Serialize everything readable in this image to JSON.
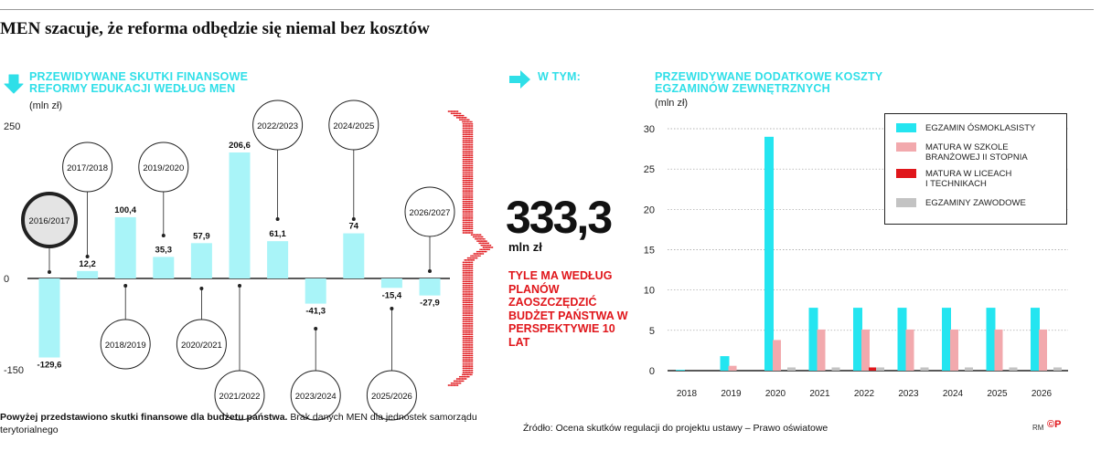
{
  "title": "MEN szacuje, że reforma odbędzie się niemal bez kosztów",
  "left_section": {
    "heading_line1": "PRZEWIDYWANE SKUTKI FINANSOWE",
    "heading_line2": "REFORMY EDUKACJI WEDŁUG MEN",
    "unit": "(mln zł)"
  },
  "middle_section": {
    "heading": "W TYM:",
    "big_number": "333,3",
    "big_unit": "mln zł",
    "note": "TYLE MA WEDŁUG PLANÓW ZAOSZCZĘDZIĆ BUDŻET PAŃSTWA W PERSPEKTYWIE 10 LAT"
  },
  "right_section": {
    "heading_line1": "PRZEWIDYWANE DODATKOWE KOSZTY",
    "heading_line2": "EGZAMINÓW ZEWNĘTRZNYCH",
    "unit": "(mln zł)"
  },
  "colors": {
    "accent": "#2fdfe8",
    "bar_cyan": "#a9f4f8",
    "cyan": "#24e5f0",
    "pink": "#f2a9ad",
    "red": "#e0161b",
    "gray": "#c3c3c3"
  },
  "footer": {
    "bold": "Powyżej przedstawiono skutki finansowe dla budżetu państwa.",
    "normal": " Brak danych MEN dla jednostek samorządu terytorialnego",
    "source": "Źródło: Ocena skutków regulacji do projektu ustawy – Prawo oświatowe",
    "rm": "RM",
    "cp": "©P"
  },
  "chart_data": [
    {
      "type": "bar",
      "categories": [
        "2016/2017",
        "2017/2018",
        "2018/2019",
        "2019/2020",
        "2020/2021",
        "2021/2022",
        "2022/2023",
        "2023/2024",
        "2024/2025",
        "2025/2026",
        "2026/2027"
      ],
      "values": [
        -129.6,
        12.2,
        100.4,
        35.3,
        57.9,
        206.6,
        61.1,
        -41.3,
        74,
        -15.4,
        -27.9
      ],
      "value_labels": [
        "-129,6",
        "12,2",
        "100,4",
        "35,3",
        "57,9",
        "206,6",
        "61,1",
        "-41,3",
        "74",
        "-15,4",
        "-27,9"
      ],
      "ylim": [
        -150,
        250
      ],
      "yticks": [
        "250",
        "0",
        "-150"
      ],
      "ylabel": "(mln zł)"
    },
    {
      "type": "bar",
      "categories": [
        "2018",
        "2019",
        "2020",
        "2021",
        "2022",
        "2023",
        "2024",
        "2025",
        "2026"
      ],
      "series": [
        {
          "name": "EGZAMIN ÓSMOKLASISTY",
          "color": "#24e5f0",
          "values": [
            0.1,
            1.8,
            29,
            7.8,
            7.8,
            7.8,
            7.8,
            7.8,
            7.8
          ]
        },
        {
          "name": "MATURA W SZKOLE BRANŻOWEJ II STOPNIA",
          "color": "#f2a9ad",
          "values": [
            0,
            0.6,
            3.8,
            5.1,
            5.1,
            5.1,
            5.1,
            5.1,
            5.1
          ]
        },
        {
          "name": "MATURA W LICEACH I TECHNIKACH",
          "color": "#e0161b",
          "values": [
            0,
            0,
            0,
            0,
            0.4,
            0,
            0,
            0,
            0
          ]
        },
        {
          "name": "EGZAMINY ZAWODOWE",
          "color": "#c3c3c3",
          "values": [
            0,
            0,
            0.4,
            0.4,
            0.4,
            0.4,
            0.4,
            0.4,
            0.4
          ]
        }
      ],
      "ylim": [
        0,
        30
      ],
      "yticks": [
        "0",
        "5",
        "10",
        "15",
        "20",
        "25",
        "30"
      ],
      "ylabel": "(mln zł)",
      "legend_lines": [
        [
          "EGZAMIN ÓSMOKLASISTY"
        ],
        [
          "MATURA W SZKOLE",
          "BRANŻOWEJ II STOPNIA"
        ],
        [
          "MATURA W LICEACH",
          "I TECHNIKACH"
        ],
        [
          "EGZAMINY ZAWODOWE"
        ]
      ],
      "legend_position": "top-right",
      "grid": true
    }
  ]
}
